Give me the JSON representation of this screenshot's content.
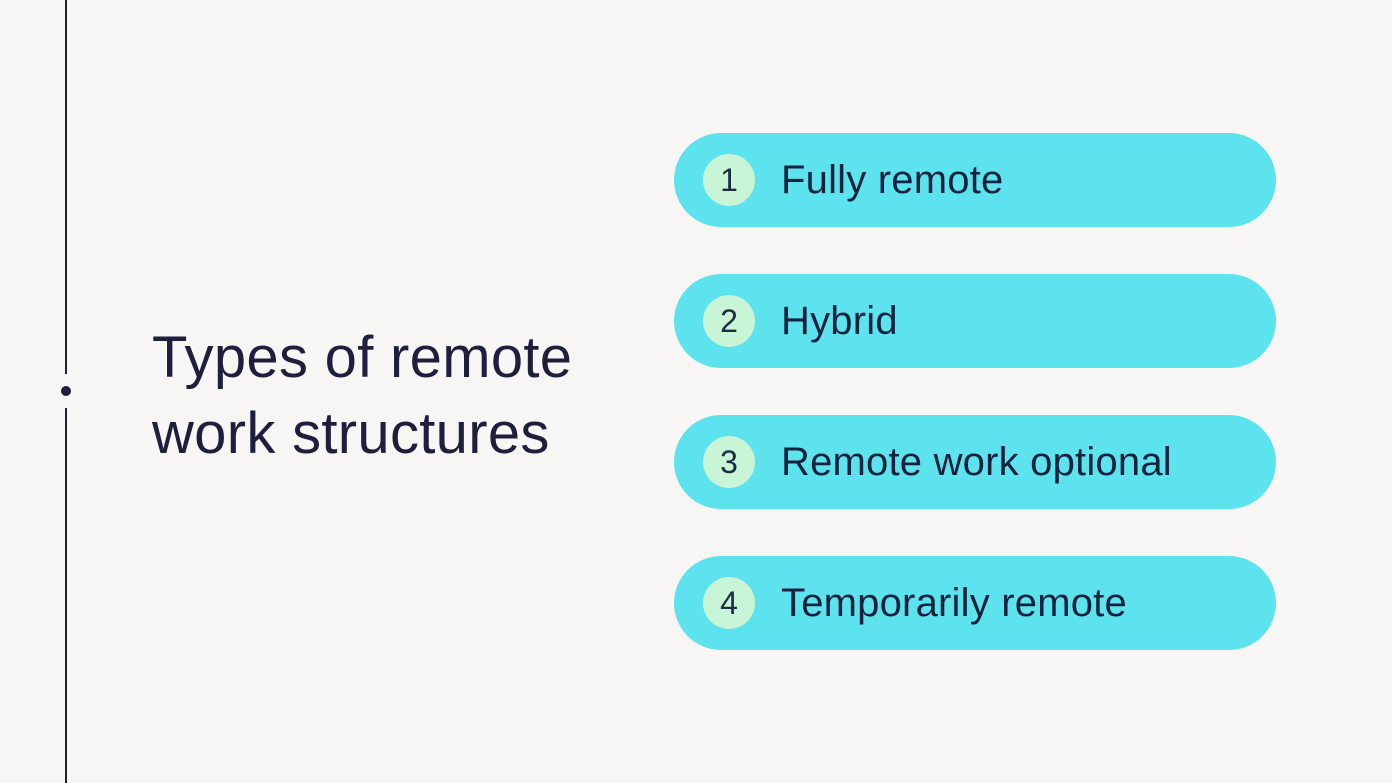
{
  "slide": {
    "title_lines": [
      "Types of remote",
      "work structures"
    ],
    "items": [
      {
        "number": "1",
        "label": "Fully remote"
      },
      {
        "number": "2",
        "label": "Hybrid"
      },
      {
        "number": "3",
        "label": "Remote work optional"
      },
      {
        "number": "4",
        "label": "Temporarily remote"
      }
    ],
    "colors": {
      "background": "#f7f6f4",
      "pill": "#5de3ed",
      "badge": "#c8f5d6",
      "text": "#1f1f3d",
      "timeline": "#1e1e3c"
    }
  }
}
